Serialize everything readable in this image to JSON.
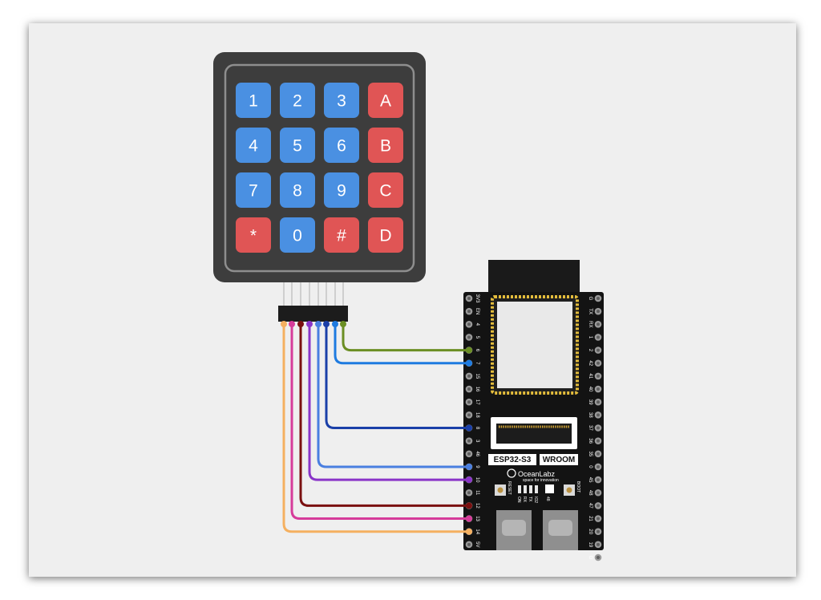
{
  "keypad": {
    "keys": [
      {
        "label": "1",
        "color": "#4a90e2"
      },
      {
        "label": "2",
        "color": "#4a90e2"
      },
      {
        "label": "3",
        "color": "#4a90e2"
      },
      {
        "label": "A",
        "color": "#e05555"
      },
      {
        "label": "4",
        "color": "#4a90e2"
      },
      {
        "label": "5",
        "color": "#4a90e2"
      },
      {
        "label": "6",
        "color": "#4a90e2"
      },
      {
        "label": "B",
        "color": "#e05555"
      },
      {
        "label": "7",
        "color": "#4a90e2"
      },
      {
        "label": "8",
        "color": "#4a90e2"
      },
      {
        "label": "9",
        "color": "#4a90e2"
      },
      {
        "label": "C",
        "color": "#e05555"
      },
      {
        "label": "*",
        "color": "#e05555"
      },
      {
        "label": "0",
        "color": "#4a90e2"
      },
      {
        "label": "#",
        "color": "#e05555"
      },
      {
        "label": "D",
        "color": "#e05555"
      }
    ]
  },
  "board": {
    "chip_label": "ESP32-S3",
    "module_label": "WROOM",
    "brand": "OceanLabz",
    "brand_tagline": "space for innovation",
    "reset_label": "RESET",
    "boot_label": "BOOT",
    "led_labels": [
      "ON",
      "RX",
      "TX",
      "IO2"
    ],
    "rgb_label": "48",
    "left_pins": [
      "3V3",
      "EN",
      "4",
      "5",
      "6",
      "7",
      "15",
      "16",
      "17",
      "18",
      "8",
      "3",
      "46",
      "9",
      "10",
      "11",
      "12",
      "13",
      "14",
      "5V"
    ],
    "right_pins": [
      "G",
      "TX",
      "RX",
      "1",
      "2",
      "42",
      "41",
      "40",
      "39",
      "38",
      "37",
      "36",
      "35",
      "0",
      "45",
      "48",
      "47",
      "21",
      "20",
      "19",
      "G"
    ]
  },
  "wires": [
    {
      "pin": "6",
      "color": "#6b8e23"
    },
    {
      "pin": "7",
      "color": "#1e7be0"
    },
    {
      "pin": "8",
      "color": "#1a3fa8"
    },
    {
      "pin": "9",
      "color": "#4a7fe0"
    },
    {
      "pin": "10",
      "color": "#8a35c8"
    },
    {
      "pin": "12",
      "color": "#7a1010"
    },
    {
      "pin": "13",
      "color": "#d63c9a"
    },
    {
      "pin": "14",
      "color": "#f5b060"
    }
  ]
}
